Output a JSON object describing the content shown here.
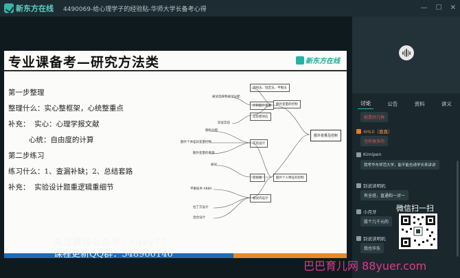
{
  "titlebar": {
    "logo": "新东方在线",
    "title": "4490069-给心理学子的经验贴-华师大学长备考心得"
  },
  "slide": {
    "title": "专业课备考—研究方法类",
    "brand": "新东方在线",
    "notes": [
      "第一步整理",
      "整理什么：实心整框架，心统整重点",
      "补充：  实心：心理学报文献",
      "         心统：自由度的计算",
      "第二步练习",
      "练习什么：1、查漏补缺；2、总结套路",
      "补充：  实验设计题重逻辑重细节"
    ],
    "mindmap": {
      "root": "额外变量及控制",
      "nodes": [
        "消除法、恒定法、平衡法",
        "额外变量的控制",
        "被试选择和被试分配",
        "额外变量及控制",
        "双盲实验",
        "实验者效应",
        "额外个人特征的控制",
        "随机分配",
        "被试内设计",
        "实验设计",
        "额外个体差异变量控制",
        "平衡技术 ABBA",
        "拉丁方设计",
        "被试间设计",
        "混合设计",
        "控制额外变量",
        "额外变量的来源",
        "实验者",
        "被试"
      ]
    }
  },
  "overlay": {
    "line1": "关注微信公众号：cqky77",
    "line2": "课程更新QQ群：548960146"
  },
  "panel": {
    "tabs": [
      "讨论",
      "公告",
      "资料",
      "讲义"
    ],
    "active_tab": "讨论",
    "messages": [
      {
        "user": "",
        "text": "就是好几种",
        "red": true
      },
      {
        "user": "4HLII（嘉嘉）",
        "text": "也有很多的",
        "red": true,
        "highlight": true
      },
      {
        "user": "Kimipen",
        "text": "我考华东师范大学，能不能也请学长来讲讲"
      },
      {
        "user": "别说读明机",
        "text": "有全班，直通和一对一"
      },
      {
        "user": "小月牙",
        "text": "股个几千元的"
      },
      {
        "user": "别说读明机",
        "text": "我也华东"
      }
    ],
    "qr_label": "微信扫一扫"
  },
  "watermark": "巴巴育儿网 88yuer.com",
  "colors": {
    "accent": "#37b6a8",
    "slide_bar_blue": "#1d6bb1",
    "slide_bar_orange": "#e8892b",
    "watermark": "#e03a8c"
  }
}
